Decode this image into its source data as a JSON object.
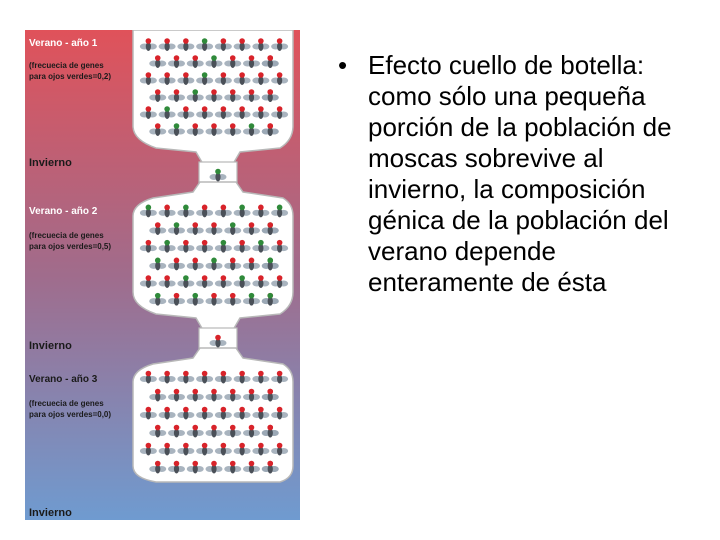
{
  "figure": {
    "sections": [
      {
        "summer": "Verano - año 1",
        "freq_line1": "(frecuecia de genes",
        "freq_line2": "para ojos verdes=0,2)",
        "winter": "Invierno"
      },
      {
        "summer": "Verano - año 2",
        "freq_line1": "(frecuecia de genes",
        "freq_line2": "para ojos verdes=0,5)",
        "winter": "Invierno"
      },
      {
        "summer": "Verano - año 3",
        "freq_line1": "(frecuecia de genes",
        "freq_line2": "para ojos verdes=0,0)",
        "winter": "Invierno"
      }
    ],
    "colors": {
      "gradient_top": "#e0525a",
      "gradient_mid": "#a06c8c",
      "gradient_bottom": "#6f9bd0",
      "fly_body": "#4a5058",
      "fly_wing": "#9aa7b4",
      "red_eye": "#d8232a",
      "green_eye": "#2f8a3a"
    }
  },
  "bullet": {
    "text": "Efecto cuello de botella: como sólo una pequeña porción de la población de moscas sobrevive al invierno, la composición génica de la población del verano depende enteramente de ésta"
  }
}
